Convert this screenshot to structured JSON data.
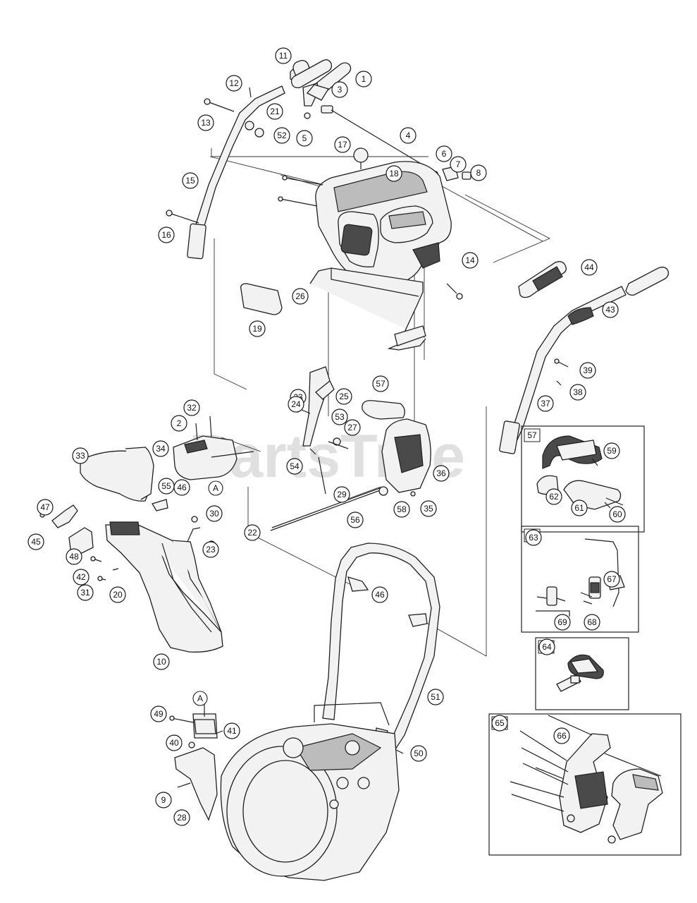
{
  "watermark": "PartsTree",
  "reference_mark": "A",
  "callouts": [
    "1",
    "2",
    "3",
    "4",
    "5",
    "6",
    "7",
    "8",
    "9",
    "10",
    "11",
    "12",
    "13",
    "14",
    "15",
    "16",
    "17",
    "18",
    "19",
    "20",
    "21",
    "22",
    "23",
    "23",
    "24",
    "25",
    "26",
    "27",
    "28",
    "29",
    "30",
    "31",
    "32",
    "33",
    "34",
    "35",
    "36",
    "37",
    "38",
    "39",
    "40",
    "41",
    "42",
    "43",
    "44",
    "45",
    "46",
    "46",
    "47",
    "48",
    "49",
    "50",
    "51",
    "52",
    "53",
    "54",
    "55",
    "56",
    "57",
    "58",
    "59",
    "60",
    "61",
    "62",
    "63",
    "64",
    "65",
    "66",
    "67",
    "68",
    "69"
  ],
  "insets": [
    {
      "label": "57"
    },
    {
      "label": "63"
    },
    {
      "label": "64"
    },
    {
      "label": "65"
    }
  ],
  "colors": {
    "line": "#1f1f1f",
    "background": "#ffffff",
    "shade": "#4a4a4a"
  }
}
